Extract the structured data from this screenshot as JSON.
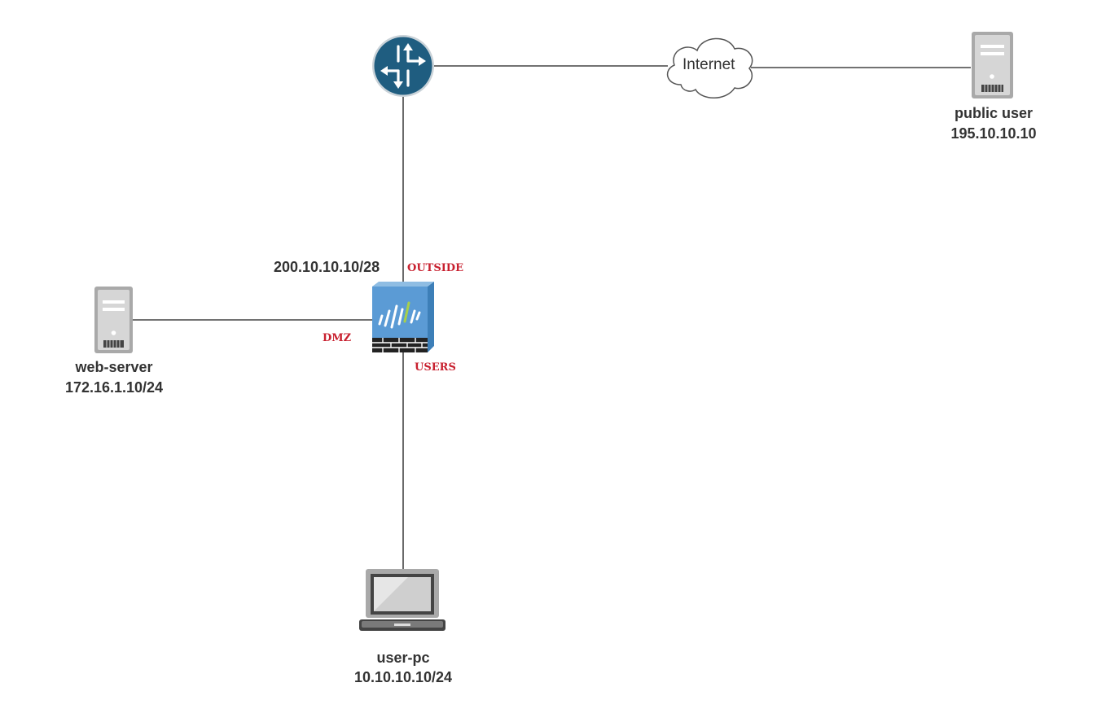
{
  "colors": {
    "link": "#444444",
    "zone_label": "#c8202f",
    "router": "#1f5d80",
    "firewall": "#5b9bd5",
    "device_gray": "#a9a9a9",
    "text": "#333333"
  },
  "nodes": {
    "router": {
      "icon": "router-icon"
    },
    "internet": {
      "icon": "cloud-icon",
      "label": "Internet"
    },
    "public_user": {
      "icon": "server-icon",
      "name": "public user",
      "ip": "195.10.10.10"
    },
    "firewall": {
      "icon": "firewall-icon",
      "ip": "200.10.10.10/28"
    },
    "web_server": {
      "icon": "server-icon",
      "name": "web-server",
      "ip": "172.16.1.10/24"
    },
    "user_pc": {
      "icon": "laptop-icon",
      "name": "user-pc",
      "ip": "10.10.10.10/24"
    }
  },
  "zones": {
    "outside": "OUTSIDE",
    "dmz": "DMZ",
    "users": "USERS"
  }
}
